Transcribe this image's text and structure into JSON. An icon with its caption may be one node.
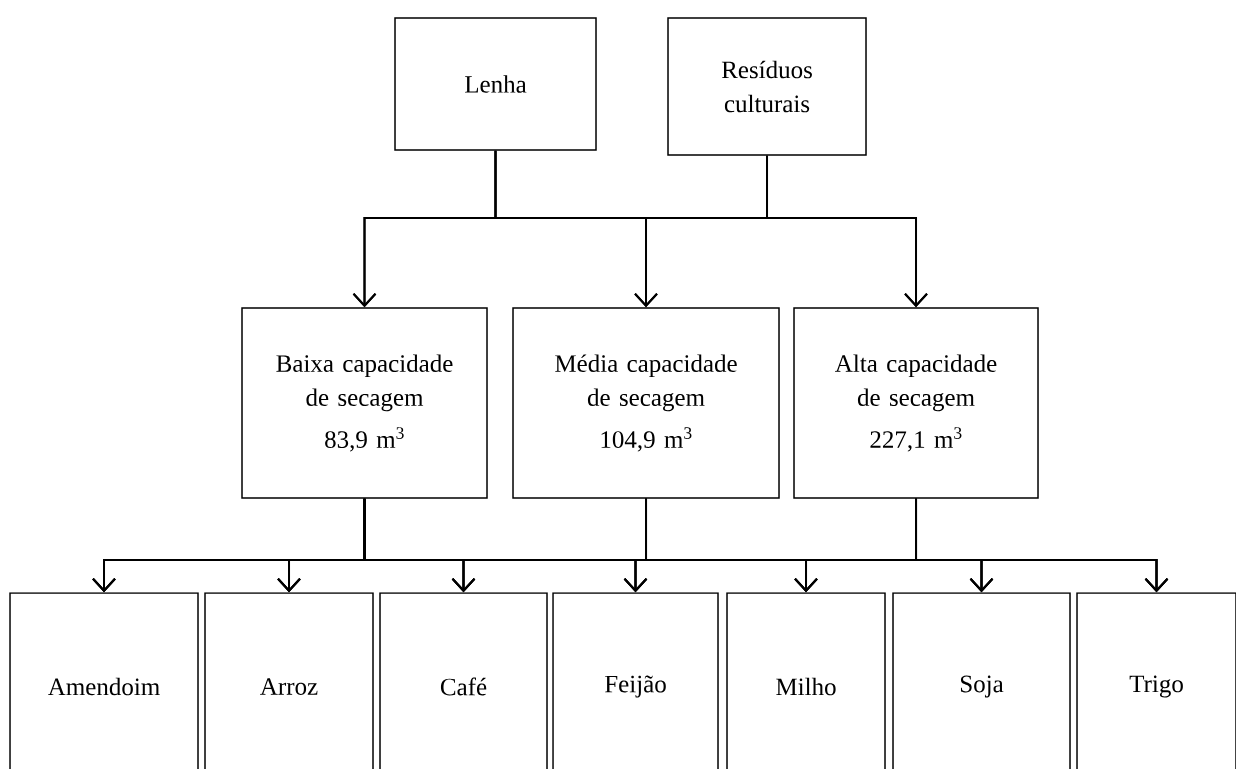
{
  "diagram": {
    "nodes": [
      {
        "text": [
          "Lenha"
        ]
      },
      {
        "text": [
          "Resíduos culturais"
        ]
      },
      {
        "text": [
          "Baixa capacidade de secagem",
          "83,9 m$^{3}$"
        ]
      },
      {
        "text": [
          "Média capacidade de secagem",
          "104,9 m$^{3}$"
        ]
      },
      {
        "text": [
          "Alta capacidade de secagem",
          "227,1 m$^{3}$"
        ]
      },
      {
        "text": [
          "Amendoim"
        ]
      },
      {
        "text": [
          "Arroz"
        ]
      },
      {
        "text": [
          "Café"
        ]
      },
      {
        "text": [
          "Feijão"
        ]
      },
      {
        "text": [
          "Milho"
        ]
      },
      {
        "text": [
          "Soja"
        ]
      },
      {
        "text": [
          "Trigo"
        ]
      }
    ],
    "edges": [
      {
        "from": 0,
        "to": 2,
        "arrow": "to"
      },
      {
        "from": 0,
        "to": 3,
        "arrow": "to"
      },
      {
        "from": 0,
        "to": 4,
        "arrow": "to"
      },
      {
        "from": 1,
        "to": 2,
        "arrow": "to"
      },
      {
        "from": 1,
        "to": 3,
        "arrow": "to"
      },
      {
        "from": 1,
        "to": 4,
        "arrow": "to"
      },
      {
        "from": 2,
        "to": 5,
        "arrow": "to"
      },
      {
        "from": 2,
        "to": 6,
        "arrow": "to"
      },
      {
        "from": 2,
        "to": 7,
        "arrow": "to"
      },
      {
        "from": 2,
        "to": 8,
        "arrow": "to"
      },
      {
        "from": 2,
        "to": 9,
        "arrow": "to"
      },
      {
        "from": 2,
        "to": 10,
        "arrow": "to"
      },
      {
        "from": 2,
        "to": 11,
        "arrow": "to"
      },
      {
        "from": 3,
        "to": 5,
        "arrow": "to"
      },
      {
        "from": 3,
        "to": 6,
        "arrow": "to"
      },
      {
        "from": 3,
        "to": 7,
        "arrow": "to"
      },
      {
        "from": 3,
        "to": 8,
        "arrow": "to"
      },
      {
        "from": 3,
        "to": 9,
        "arrow": "to"
      },
      {
        "from": 3,
        "to": 10,
        "arrow": "to"
      },
      {
        "from": 3,
        "to": 11,
        "arrow": "to"
      },
      {
        "from": 4,
        "to": 5,
        "arrow": "to"
      },
      {
        "from": 4,
        "to": 6,
        "arrow": "to"
      },
      {
        "from": 4,
        "to": 7,
        "arrow": "to"
      },
      {
        "from": 4,
        "to": 8,
        "arrow": "to"
      },
      {
        "from": 4,
        "to": 9,
        "arrow": "to"
      },
      {
        "from": 4,
        "to": 10,
        "arrow": "to"
      },
      {
        "from": 4,
        "to": 11,
        "arrow": "to"
      }
    ]
  }
}
